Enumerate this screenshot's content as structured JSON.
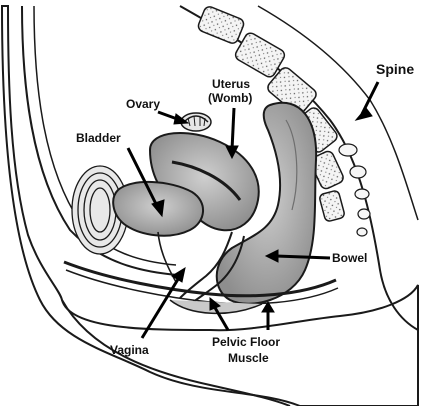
{
  "labels": {
    "spine": "Spine",
    "ovary": "Ovary",
    "uterus_line1": "Uterus",
    "uterus_line2": "(Womb)",
    "bladder": "Bladder",
    "bowel": "Bowel",
    "vagina": "Vagina",
    "pelvic_line1": "Pelvic Floor",
    "pelvic_line2": "Muscle"
  },
  "colors": {
    "outline": "#1a1a1a",
    "organ_fill": "#a9a9a9",
    "organ_light": "#d2d2d2",
    "bone_fill": "#f2f2f2",
    "background": "#ffffff"
  }
}
